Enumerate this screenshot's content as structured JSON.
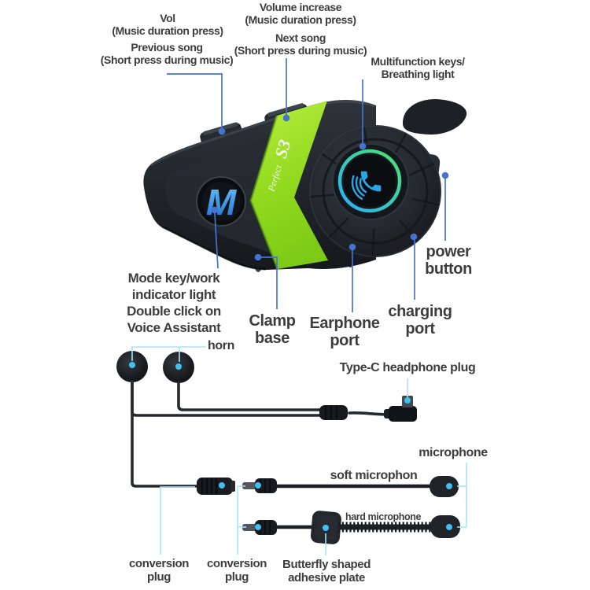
{
  "title": "Bluetooth helmet headset product diagram",
  "device": {
    "brand": "Perfect",
    "model": "S3",
    "mode_key": "M"
  },
  "colors": {
    "background": "#ffffff",
    "label_text": "#3d3d3d",
    "callout_blue": "#4673cf",
    "callout_cyan_line": "#a9e4f8",
    "callout_cyan_dot": "#41bfee",
    "device_body": "#1b1f24",
    "accent_green": "#93da1f",
    "ring_green": "#47e07c",
    "ring_cyan": "#2cb4f0",
    "phone_icon_blue": "#2aa6e6",
    "mode_key_blue": "#3f9ef0"
  },
  "callouts": {
    "vol": "Vol\n(Music duration press)",
    "previous_song": "Previous song\n(Short press during music)",
    "volume_increase": "Volume increase\n(Music duration press)",
    "next_song": "Next song\n(Short press during music)",
    "multifunction": "Multifunction keys/\nBreathing light",
    "power_button": "power\nbutton",
    "mode_key": "Mode key/work\nindicator light\nDouble click on\nVoice Assistant",
    "clamp_base": "Clamp\nbase",
    "earphone_port": "Earphone\nport",
    "charging_port": "charging\nport",
    "horn": "horn",
    "type_c_plug": "Type-C headphone plug",
    "microphone": "microphone",
    "soft_microphone": "soft microphon",
    "hard_microphone": "hard microphone",
    "conversion_plug_1": "conversion\nplug",
    "conversion_plug_2": "conversion\nplug",
    "butterfly_plate": "Butterfly shaped\nadhesive plate"
  }
}
